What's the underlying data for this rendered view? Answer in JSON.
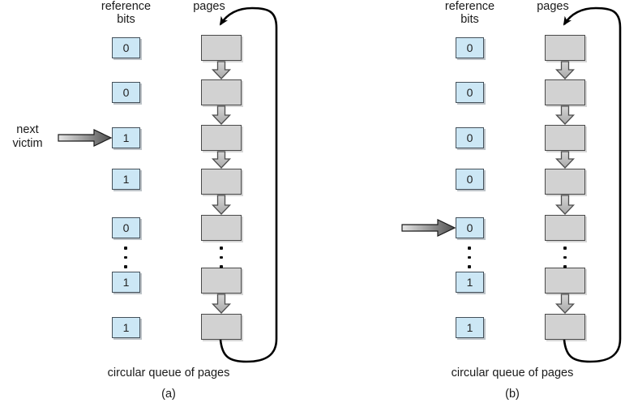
{
  "colors": {
    "background": "#ffffff",
    "reference_bit_fill": "#cce7f5",
    "page_fill": "#d2d2d2",
    "box_border": "#4a4a4a",
    "loop_line": "#000000",
    "block_arrow_fill": "#bfbfbf",
    "pointer_arrow_gradient": [
      "#e6e6e6",
      "#4f4f4f"
    ],
    "text": "#1a1a1a"
  },
  "panels": [
    {
      "label": "(a)",
      "headers": {
        "ref_line1": "reference",
        "ref_line2": "bits",
        "pages": "pages"
      },
      "bits": [
        "0",
        "0",
        "1",
        "1",
        "0",
        "1",
        "1"
      ],
      "pages_count": 7,
      "pointer": {
        "label_line1": "next",
        "label_line2": "victim",
        "points_to_bit_index": 2
      },
      "caption": "circular queue of pages"
    },
    {
      "label": "(b)",
      "headers": {
        "ref_line1": "reference",
        "ref_line2": "bits",
        "pages": "pages"
      },
      "bits": [
        "0",
        "0",
        "0",
        "0",
        "0",
        "1",
        "1"
      ],
      "pages_count": 7,
      "pointer": {
        "label_line1": "",
        "label_line2": "",
        "points_to_bit_index": 4
      },
      "caption": "circular queue of pages"
    }
  ]
}
